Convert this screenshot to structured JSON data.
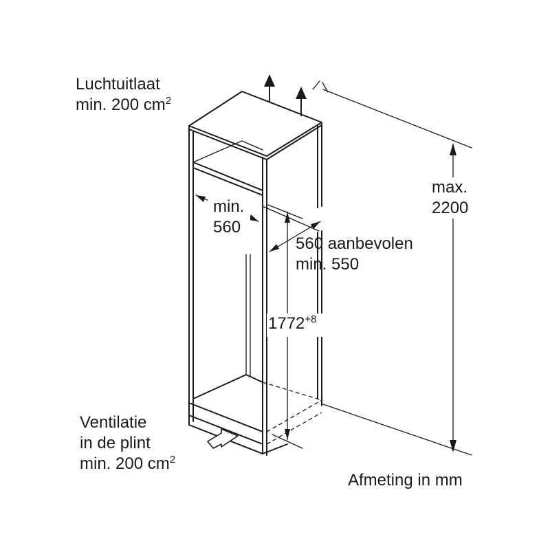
{
  "labels": {
    "air_outlet_title": "Luchtuitlaat",
    "air_outlet_area": "min. 200 cm",
    "air_outlet_area_exp": "2",
    "max_height_word": "max.",
    "max_height_value": "2200",
    "inner_width_word": "min.",
    "inner_width_value": "560",
    "depth_recommended": "560 aanbevolen",
    "depth_min": "min. 550",
    "niche_height": "1772",
    "niche_height_tol": "+8",
    "ventilation_title": "Ventilatie",
    "ventilation_location": "in de plint",
    "ventilation_area": "min. 200 cm",
    "ventilation_area_exp": "2",
    "unit_note": "Afmeting in mm"
  }
}
